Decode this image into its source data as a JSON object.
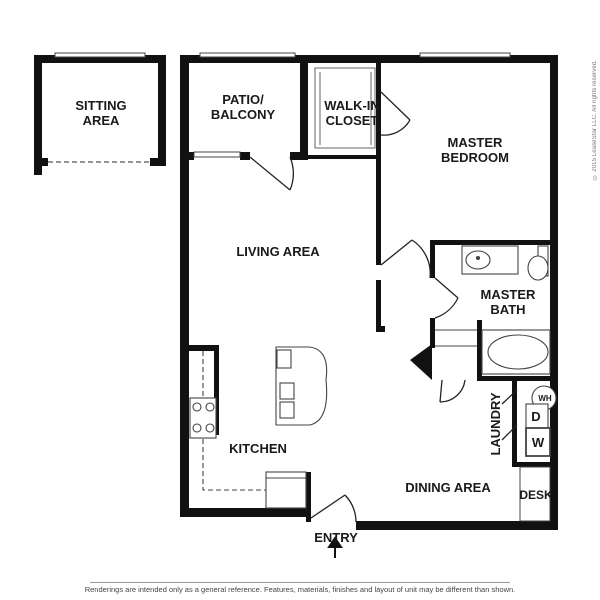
{
  "rooms": {
    "sitting_area": [
      "SITTING",
      "AREA"
    ],
    "patio_balcony": [
      "PATIO/",
      "BALCONY"
    ],
    "walk_in_closet": [
      "WALK-IN",
      "CLOSET"
    ],
    "master_bedroom": [
      "MASTER",
      "BEDROOM"
    ],
    "living_area": "LIVING AREA",
    "master_bath": [
      "MASTER",
      "BATH"
    ],
    "kitchen": "KITCHEN",
    "laundry": "LAUNDRY",
    "dining_area": "DINING AREA",
    "desk": "DESK"
  },
  "appliances": {
    "water_heater": "WH",
    "dryer": "D",
    "washer": "W"
  },
  "entry": "ENTRY",
  "copyright": "© 2015 LeaseStar LLC. All rights reserved.",
  "disclaimer": "Renderings are intended only as a general reference. Features, materials, finishes and layout of unit may be different than shown."
}
